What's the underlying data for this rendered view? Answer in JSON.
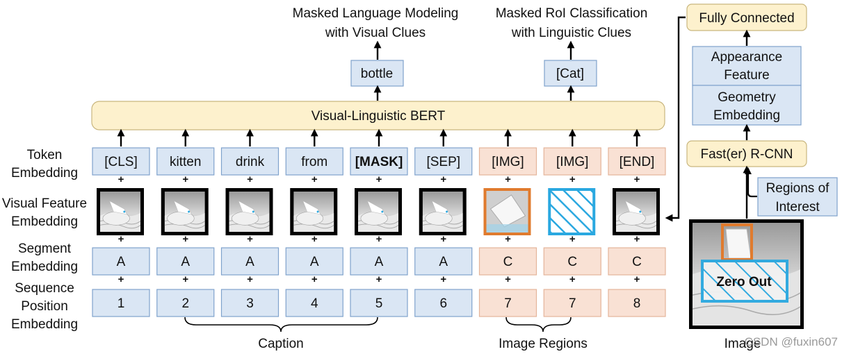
{
  "outputs": {
    "mlm_title_line1": "Masked Language Modeling",
    "mlm_title_line2": "with Visual Clues",
    "mlm_token": "bottle",
    "mrc_title_line1": "Masked RoI Classification",
    "mrc_title_line2": "with Linguistic Clues",
    "mrc_token": "[Cat]"
  },
  "bert_label": "Visual-Linguistic BERT",
  "row_labels": {
    "token": [
      "Token",
      "Embedding"
    ],
    "visual": [
      "Visual Feature",
      "Embedding"
    ],
    "segment": [
      "Segment",
      "Embedding"
    ],
    "sequence": [
      "Sequence",
      "Position",
      "Embedding"
    ]
  },
  "columns": [
    {
      "token": "[CLS]",
      "segment": "A",
      "position": "1",
      "group": "text",
      "visual": "full"
    },
    {
      "token": "kitten",
      "segment": "A",
      "position": "2",
      "group": "text",
      "visual": "full"
    },
    {
      "token": "drink",
      "segment": "A",
      "position": "3",
      "group": "text",
      "visual": "full"
    },
    {
      "token": "from",
      "segment": "A",
      "position": "4",
      "group": "text",
      "visual": "full"
    },
    {
      "token": "[MASK]",
      "segment": "A",
      "position": "5",
      "group": "text",
      "visual": "full"
    },
    {
      "token": "[SEP]",
      "segment": "A",
      "position": "6",
      "group": "text",
      "visual": "full"
    },
    {
      "token": "[IMG]",
      "segment": "C",
      "position": "7",
      "group": "image",
      "visual": "roi"
    },
    {
      "token": "[IMG]",
      "segment": "C",
      "position": "7",
      "group": "image",
      "visual": "masked"
    },
    {
      "token": "[END]",
      "segment": "C",
      "position": "8",
      "group": "image",
      "visual": "full"
    }
  ],
  "plus_symbol": "+",
  "brace_labels": {
    "caption": "Caption",
    "image_regions": "Image Regions"
  },
  "pipeline": {
    "fully_connected": "Fully Connected",
    "appearance": [
      "Appearance",
      "Feature"
    ],
    "geometry": [
      "Geometry",
      "Embedding"
    ],
    "rcnn": "Fast(er) R-CNN",
    "regions": [
      "Regions of",
      "Interest"
    ],
    "zero_out": "Zero Out",
    "image_label": "Image"
  },
  "watermark": "CSDN @fuxin607",
  "colors": {
    "blue_fill": "#dae6f4",
    "blue_stroke": "#7fa2cc",
    "peach_fill": "#f9e1d4",
    "peach_stroke": "#e4b49a",
    "yellow_fill": "#fdf1cd",
    "yellow_stroke": "#c9b67e",
    "roi_orange": "#e07b2e",
    "mask_cyan": "#2aa8e0"
  }
}
